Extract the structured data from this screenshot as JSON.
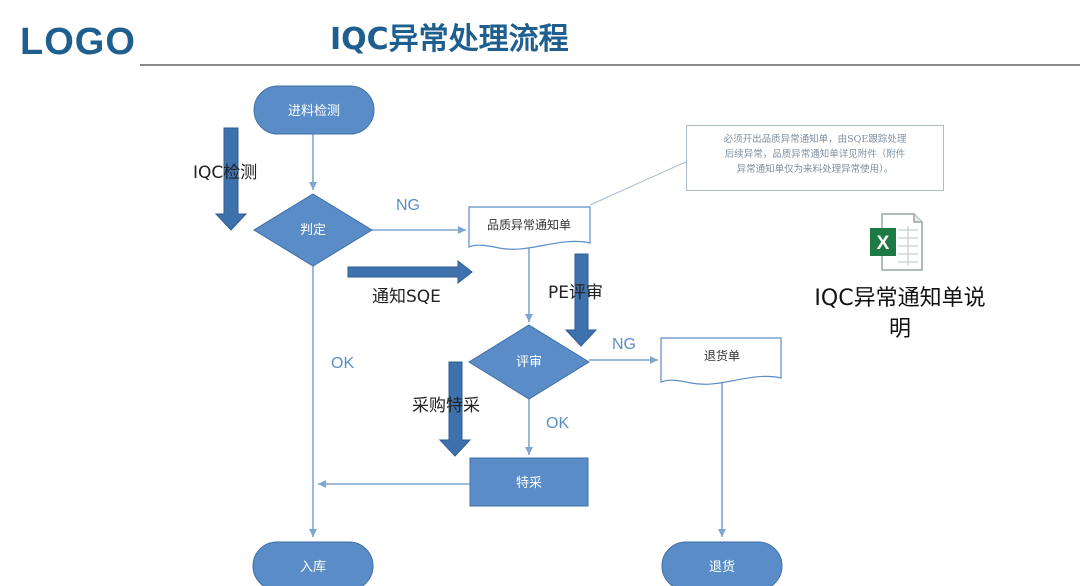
{
  "header": {
    "logo": "LOGO",
    "title": "IQC异常处理流程"
  },
  "nodes": {
    "start": "进料检测",
    "judge": "判定",
    "quality_notice": "品质异常通知单",
    "review": "评审",
    "return_form": "退货单",
    "special_purchase": "特采",
    "warehouse": "入库",
    "return_goods": "退货"
  },
  "edges": {
    "ng1": "NG",
    "ng2": "NG",
    "ok1": "OK",
    "ok2": "OK"
  },
  "side_labels": {
    "iqc_check": "IQC检测",
    "notify_sqe": "通知SQE",
    "pe_review": "PE评审",
    "purchase_special": "采购特采"
  },
  "note": {
    "line1": "必须开出品质异常通知单，由SQE跟踪处理",
    "line2": "后续异常，品质异常通知单详见附件（附件",
    "line3": "异常通知单仅为来料处理异常使用）。"
  },
  "attachment": {
    "icon": "excel-file-icon",
    "caption_line1": "IQC异常通知单说",
    "caption_line2": "明"
  },
  "colors": {
    "node_fill": "#5a8dc8",
    "node_stroke": "#3f6fa6",
    "connector": "#7ea6d3",
    "block_arrow": "#3f72ad",
    "title": "#1f5f8f"
  }
}
